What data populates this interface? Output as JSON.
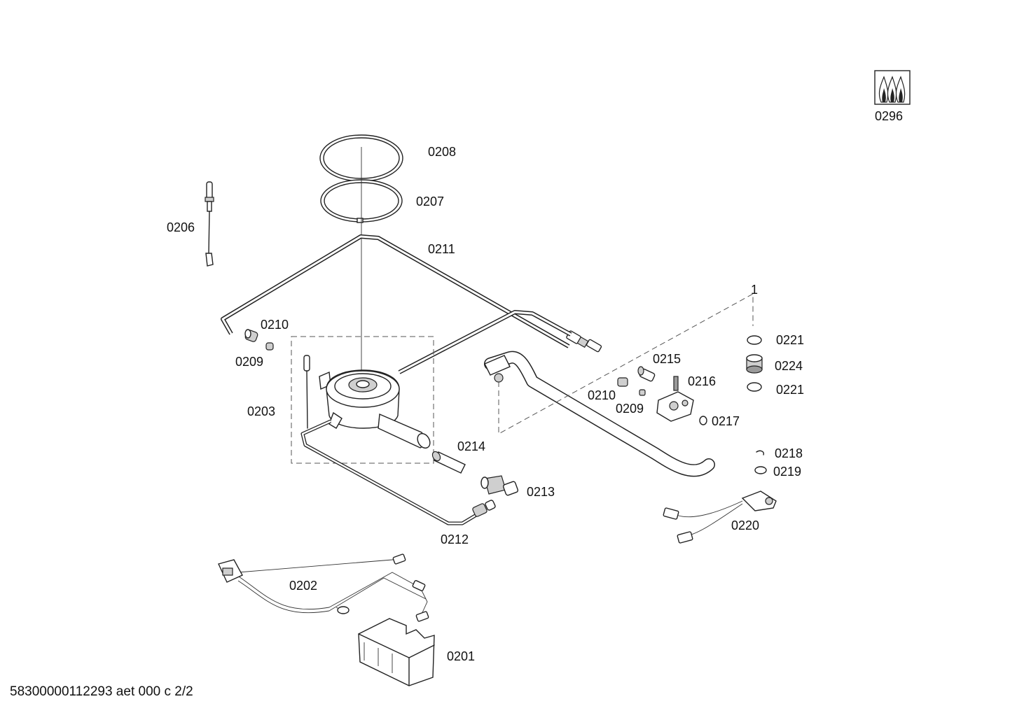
{
  "document": {
    "footer": "58300000112293 aet 000 c 2/2"
  },
  "symbol": {
    "icon": "gas-flame-icon",
    "label": "0296"
  },
  "parts": [
    {
      "id": "0208",
      "label": "0208"
    },
    {
      "id": "0207",
      "label": "0207"
    },
    {
      "id": "0206",
      "label": "0206"
    },
    {
      "id": "0211",
      "label": "0211"
    },
    {
      "id": "0210a",
      "label": "0210"
    },
    {
      "id": "0209a",
      "label": "0209"
    },
    {
      "id": "0203",
      "label": "0203"
    },
    {
      "id": "0214",
      "label": "0214"
    },
    {
      "id": "0213",
      "label": "0213"
    },
    {
      "id": "0212",
      "label": "0212"
    },
    {
      "id": "0215",
      "label": "0215"
    },
    {
      "id": "0216",
      "label": "0216"
    },
    {
      "id": "0210b",
      "label": "0210"
    },
    {
      "id": "0209b",
      "label": "0209"
    },
    {
      "id": "0217",
      "label": "0217"
    },
    {
      "id": "0221a",
      "label": "0221"
    },
    {
      "id": "0224",
      "label": "0224"
    },
    {
      "id": "0221b",
      "label": "0221"
    },
    {
      "id": "0218",
      "label": "0218"
    },
    {
      "id": "0219",
      "label": "0219"
    },
    {
      "id": "0220",
      "label": "0220"
    },
    {
      "id": "0202",
      "label": "0202"
    },
    {
      "id": "0201",
      "label": "0201"
    }
  ],
  "callout_marker": "1"
}
